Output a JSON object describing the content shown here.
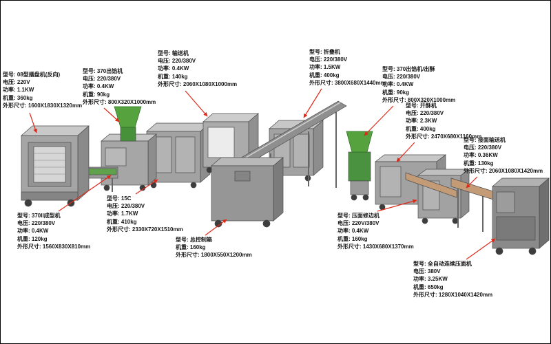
{
  "colors": {
    "background": "#ffffff",
    "leader_line": "#e02818",
    "machine_gray": "#a2a2a2",
    "machine_top_gray": "#c7c7c7",
    "machine_side_gray": "#8d8d8d",
    "hopper_green": "#55a23e",
    "body_green": "#4a9140",
    "belt_green": "#5fa24b",
    "belt_tan": "#c49b77"
  },
  "labels": [
    {
      "id": "pan-arranging-machine",
      "lines": [
        "型号: 08型摆盘机(反向)",
        "电压: 220V",
        "功率: 1.1KW",
        "机重: 360kg",
        "外形尺寸: 1600X1830X1320mm"
      ]
    },
    {
      "id": "370-filling-machine",
      "lines": [
        "型号: 370出馅机",
        "电压: 220/380V",
        "功率: 0.4KW",
        "机重: 90kg",
        "外形尺寸: 800X320X1000mm"
      ]
    },
    {
      "id": "conveyor",
      "lines": [
        "型号: 输送机",
        "电压: 220/380V",
        "功率: 0.4KW",
        "机重: 140kg",
        "外形尺寸: 2060X1080X1000mm"
      ]
    },
    {
      "id": "folding-machine",
      "lines": [
        "型号: 折叠机",
        "电压: 220/380V",
        "功率: 1.5KW",
        "机重: 400kg",
        "外形尺寸: 3800X680X1440mm"
      ]
    },
    {
      "id": "370-filling-pastry-machine",
      "lines": [
        "型号: 370出馅机/出酥",
        "电压: 220/380V",
        "功率: 0.4KW",
        "机重: 90kg",
        "外形尺寸: 800X320X1000mm"
      ]
    },
    {
      "id": "pastry-sheeter",
      "lines": [
        "型号: 开酥机",
        "电压: 220/380V",
        "功率: 2.3KW",
        "机重: 400kg",
        "外形尺寸: 2470X680X1160mm"
      ]
    },
    {
      "id": "dough-receiving-conveyor",
      "lines": [
        "型号: 接面输送机",
        "电压: 220/380V",
        "功率: 0.36KW",
        "机重: 130kg",
        "外形尺寸: 2060X1080X1420mm"
      ]
    },
    {
      "id": "15c-machine",
      "lines": [
        "型号: 15C",
        "电压: 220/380V",
        "功率: 1.7KW",
        "机重: 410kg",
        "外形尺寸: 2330X720X1510mm"
      ]
    },
    {
      "id": "370ii-forming-machine",
      "lines": [
        "型号: 370II成型机",
        "电压: 220/380V",
        "功率: 0.4KW",
        "机重: 120kg",
        "外形尺寸: 1560X830X810mm"
      ]
    },
    {
      "id": "main-control-box",
      "lines": [
        "型号: 总控制箱",
        "机重: 160kg",
        "外形尺寸: 1800X550X1200mm"
      ]
    },
    {
      "id": "press-trimming-machine",
      "lines": [
        "型号: 压面修边机",
        "电压: 220V/380V",
        "功率: 0.4KW",
        "机重: 160kg",
        "外形尺寸: 1430X680X1370mm"
      ]
    },
    {
      "id": "auto-continuous-pressing-machine",
      "lines": [
        "型号: 全自动连续压面机",
        "电压: 380V",
        "功率: 3.25KW",
        "机重: 650kg",
        "外形尺寸: 1280X1040X1420mm"
      ]
    }
  ]
}
